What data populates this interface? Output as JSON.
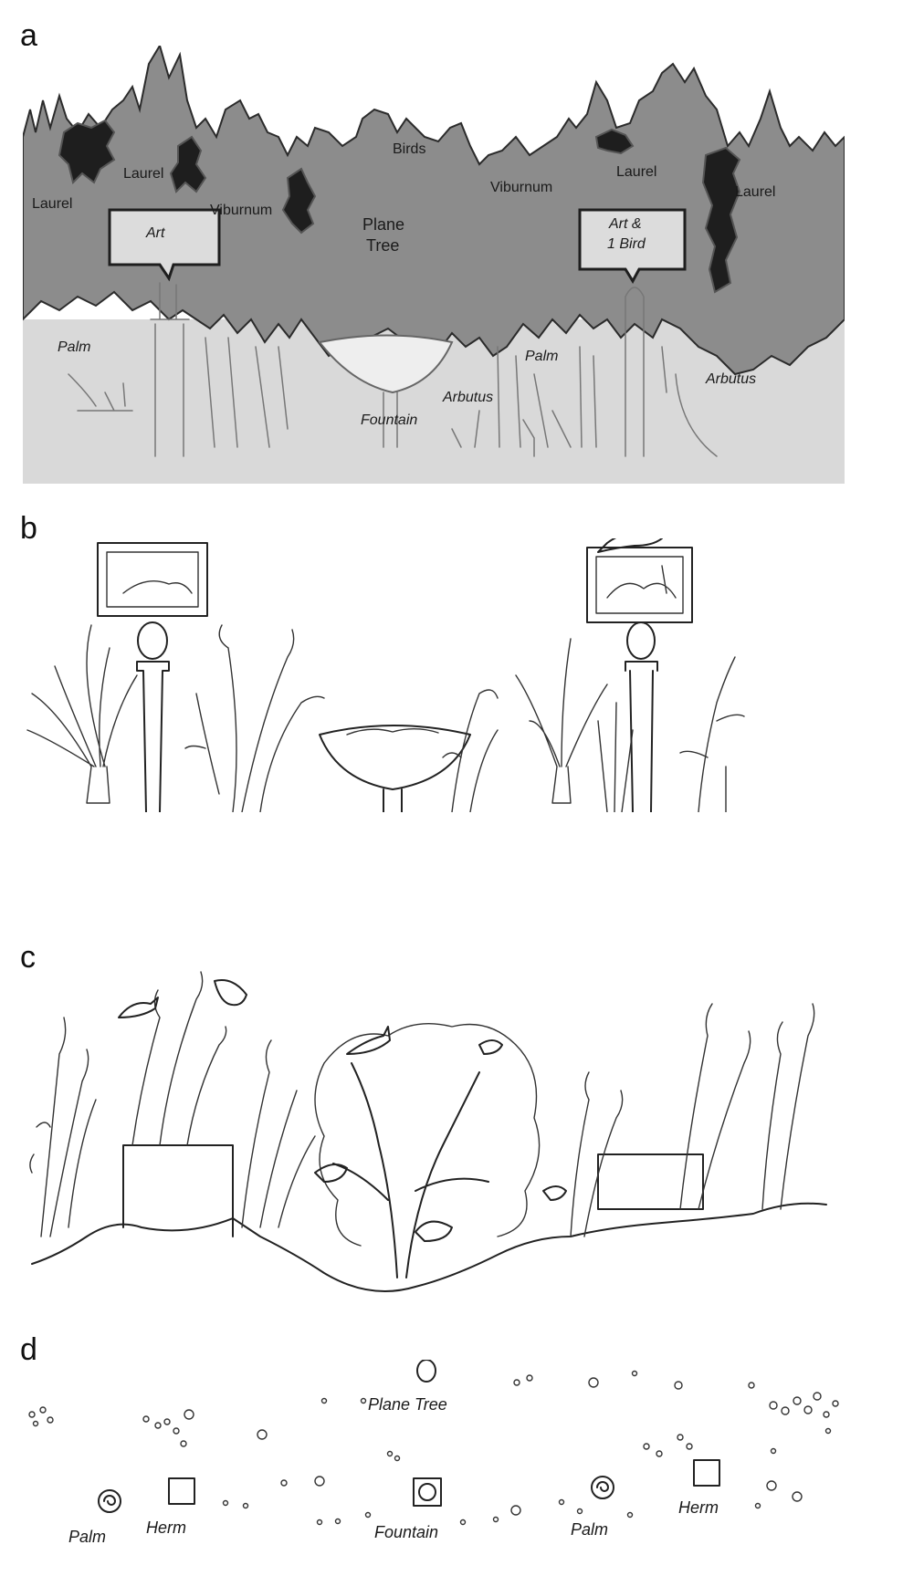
{
  "panels": {
    "a": {
      "letter": "a",
      "labels": {
        "laurel_left": "Laurel",
        "laurel_center_left": "Laurel",
        "viburnum_left": "Viburnum",
        "art_left": "Art",
        "birds": "Birds",
        "plane_tree_line1": "Plane",
        "plane_tree_line2": "Tree",
        "viburnum_right": "Viburnum",
        "laurel_center_right": "Laurel",
        "laurel_right": "Laurel",
        "art_right_line1": "Art &",
        "art_right_line2": "1 Bird",
        "palm_left": "Palm",
        "fountain": "Fountain",
        "arbutus_center": "Arbutus",
        "palm_right": "Palm",
        "arbutus_right": "Arbutus"
      },
      "colors": {
        "canopy": "#8c8c8c",
        "dark_foliage": "#1e1e1e",
        "ground": "#d9d9d9",
        "outline": "#2b2b2b"
      }
    },
    "b": {
      "letter": "b"
    },
    "c": {
      "letter": "c"
    },
    "d": {
      "letter": "d",
      "labels": {
        "plane_tree": "Plane Tree",
        "palm_left": "Palm",
        "herm_left": "Herm",
        "fountain": "Fountain",
        "palm_right": "Palm",
        "herm_right": "Herm"
      }
    }
  }
}
